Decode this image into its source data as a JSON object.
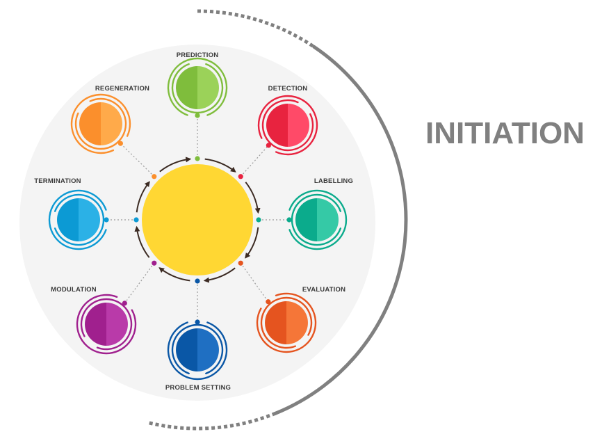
{
  "title": "INITIATION",
  "colors": {
    "background_disc": "#f4f4f4",
    "center": "#ffd733",
    "arrow": "#3b2a22",
    "arc": "#808080",
    "connector": "#9a9a9a",
    "title": "#808080"
  },
  "nodes": [
    {
      "id": "prediction",
      "label": "PREDICTION",
      "color": "#7fbd3c",
      "light": "#9bd259"
    },
    {
      "id": "detection",
      "label": "DETECTION",
      "color": "#e8233f",
      "light": "#ff4a68"
    },
    {
      "id": "labelling",
      "label": "LABELLING",
      "color": "#0bab8c",
      "light": "#35c9a6"
    },
    {
      "id": "evaluation",
      "label": "EVALUATION",
      "color": "#e5541f",
      "light": "#f57638"
    },
    {
      "id": "problem-setting",
      "label": "PROBLEM SETTING",
      "color": "#0a57a6",
      "light": "#1f6fc2"
    },
    {
      "id": "modulation",
      "label": "MODULATION",
      "color": "#a0208e",
      "light": "#b93aa9"
    },
    {
      "id": "termination",
      "label": "TERMINATION",
      "color": "#0c9ad4",
      "light": "#2bb1e6"
    },
    {
      "id": "regeneration",
      "label": "REGENERATION",
      "color": "#fb8f2c",
      "light": "#ffaa4a"
    }
  ]
}
